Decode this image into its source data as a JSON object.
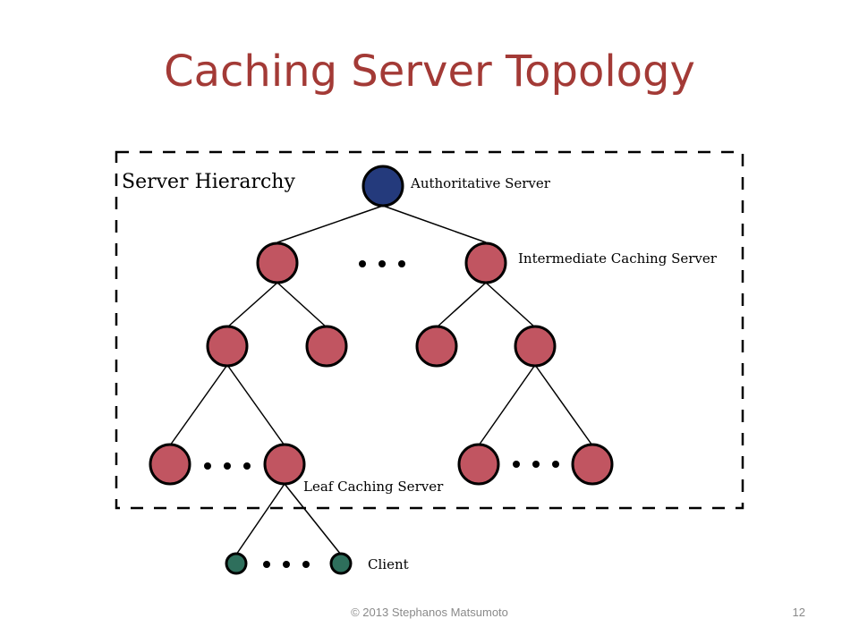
{
  "slide": {
    "title": "Caching Server Topology",
    "footer": "© 2013 Stephanos  Matsumoto",
    "page_number": "12"
  },
  "diagram": {
    "region_label": "Server Hierarchy",
    "labels": {
      "authoritative": "Authoritative Server",
      "intermediate": "Intermediate Caching Server",
      "leaf": "Leaf Caching Server",
      "client": "Client"
    },
    "colors": {
      "title": "#a33a36",
      "root": "#243a7c",
      "server": "#c15561",
      "client": "#2e6f5c",
      "stroke": "#000000"
    }
  }
}
